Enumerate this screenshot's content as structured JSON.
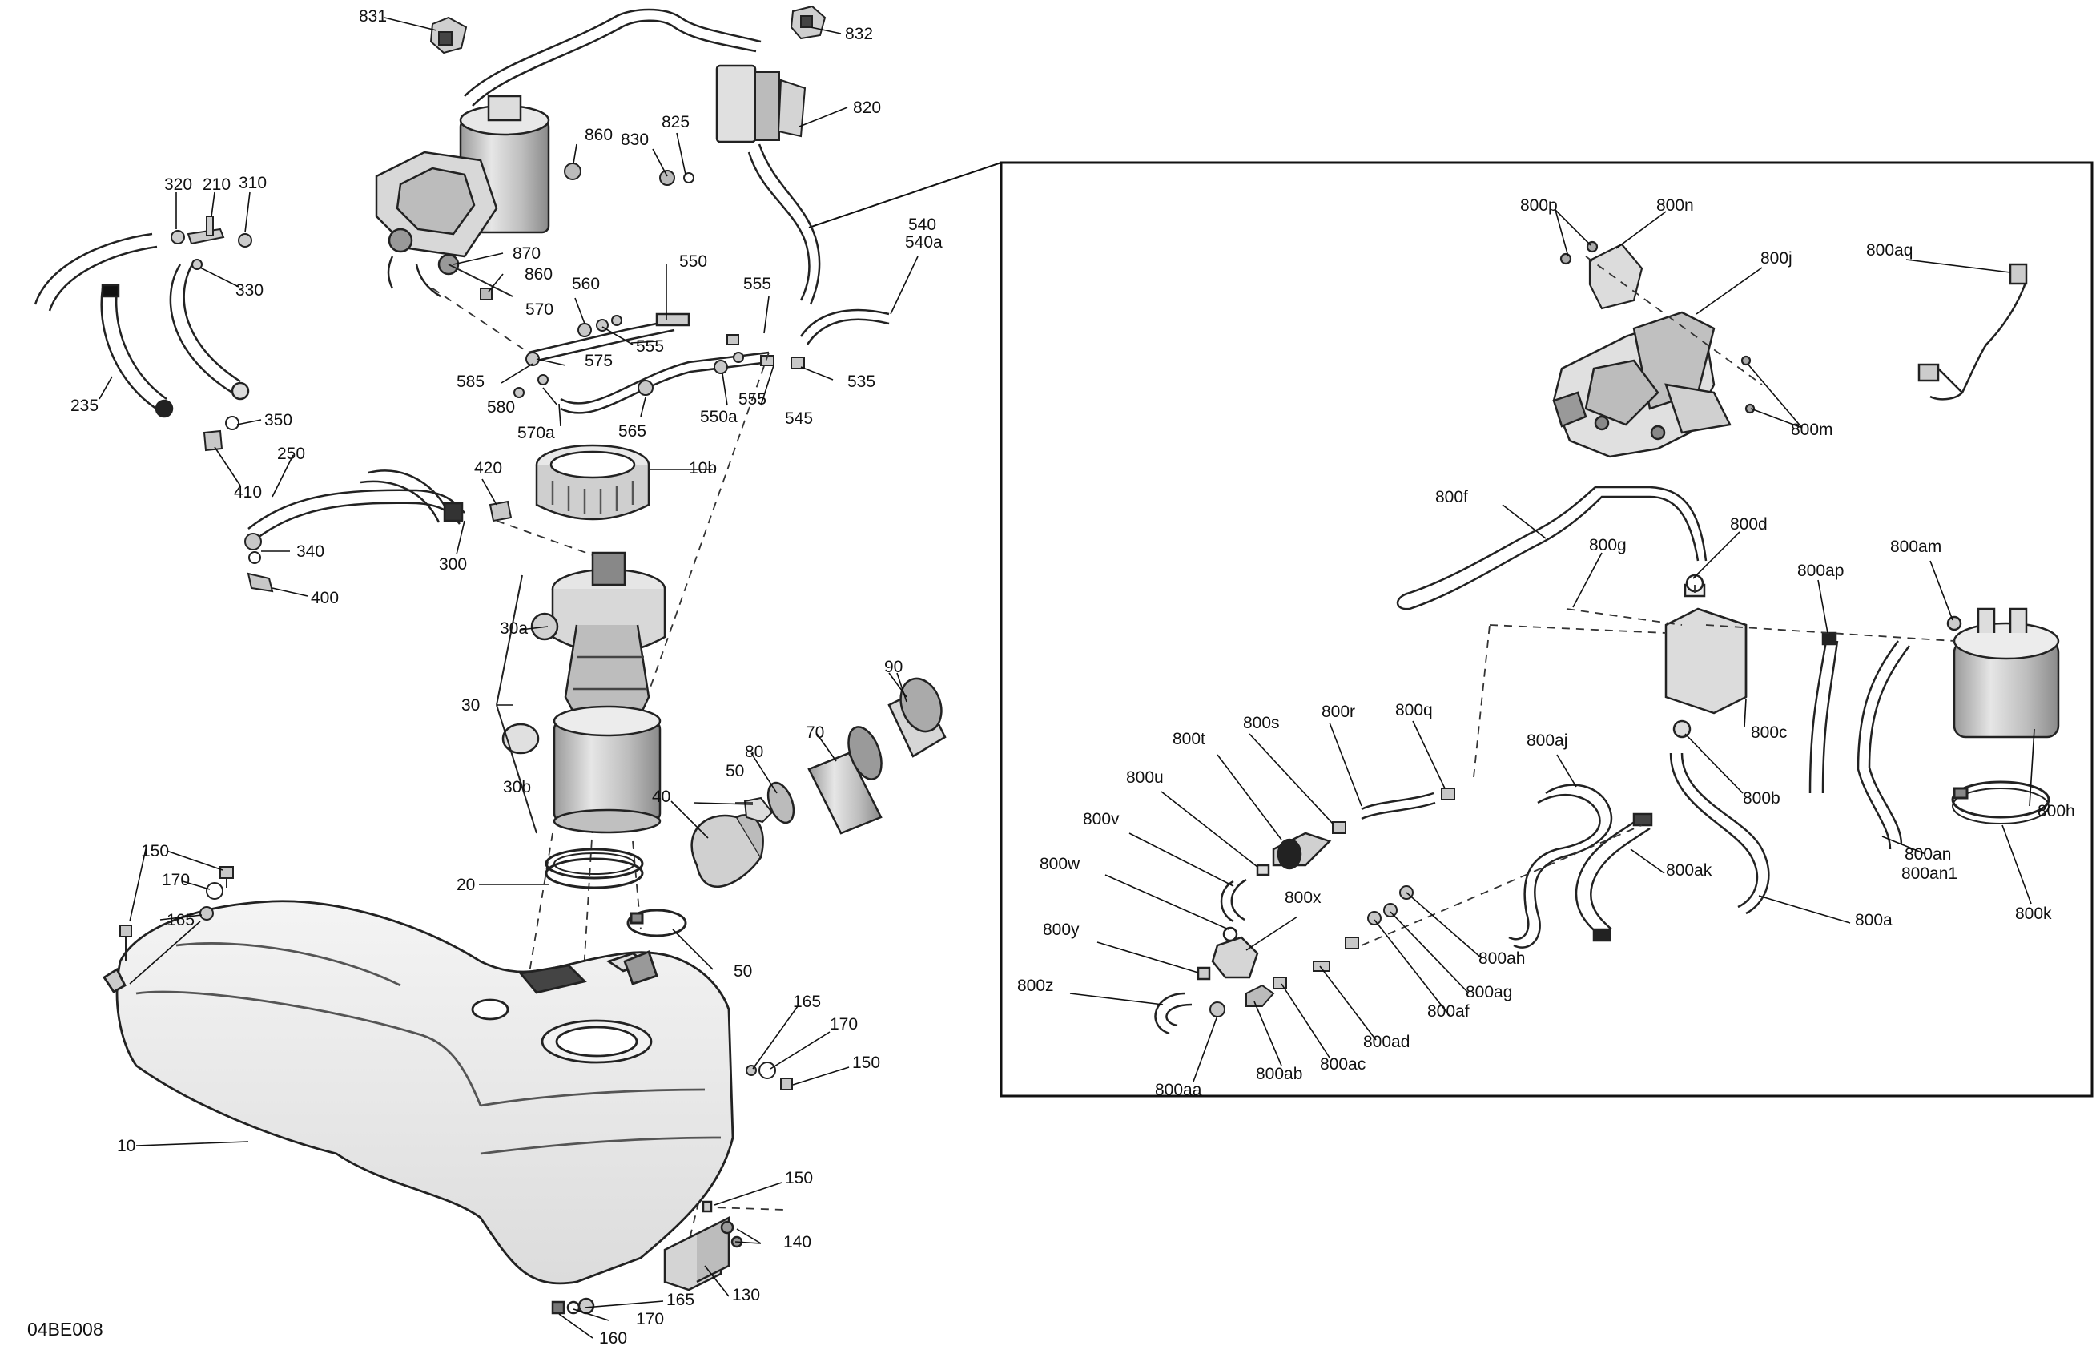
{
  "diagram": {
    "drawing_code": "04BE008",
    "main_labels": [
      "831",
      "832",
      "820",
      "825",
      "830",
      "860",
      "870",
      "860",
      "320",
      "210",
      "310",
      "330",
      "235",
      "350",
      "410",
      "250",
      "420",
      "340",
      "300",
      "400",
      "550",
      "560",
      "570",
      "555",
      "555",
      "555",
      "535",
      "585",
      "575",
      "580",
      "570a",
      "565",
      "550a",
      "545",
      "540",
      "540a",
      "10b",
      "30a",
      "30",
      "30b",
      "90",
      "80",
      "70",
      "50",
      "40",
      "20",
      "50",
      "150",
      "170",
      "165",
      "10",
      "165",
      "170",
      "150",
      "150",
      "140",
      "165",
      "130",
      "170",
      "160"
    ],
    "detail_labels": [
      "800p",
      "800n",
      "800j",
      "800aq",
      "800m",
      "800f",
      "800d",
      "800g",
      "800ap",
      "800am",
      "800c",
      "800b",
      "800h",
      "800t",
      "800s",
      "800r",
      "800q",
      "800aj",
      "800u",
      "800v",
      "800w",
      "800x",
      "800y",
      "800z",
      "800ak",
      "800a",
      "800an",
      "800an1",
      "800k",
      "800ah",
      "800ag",
      "800af",
      "800ad",
      "800ac",
      "800ab",
      "800aa"
    ]
  }
}
